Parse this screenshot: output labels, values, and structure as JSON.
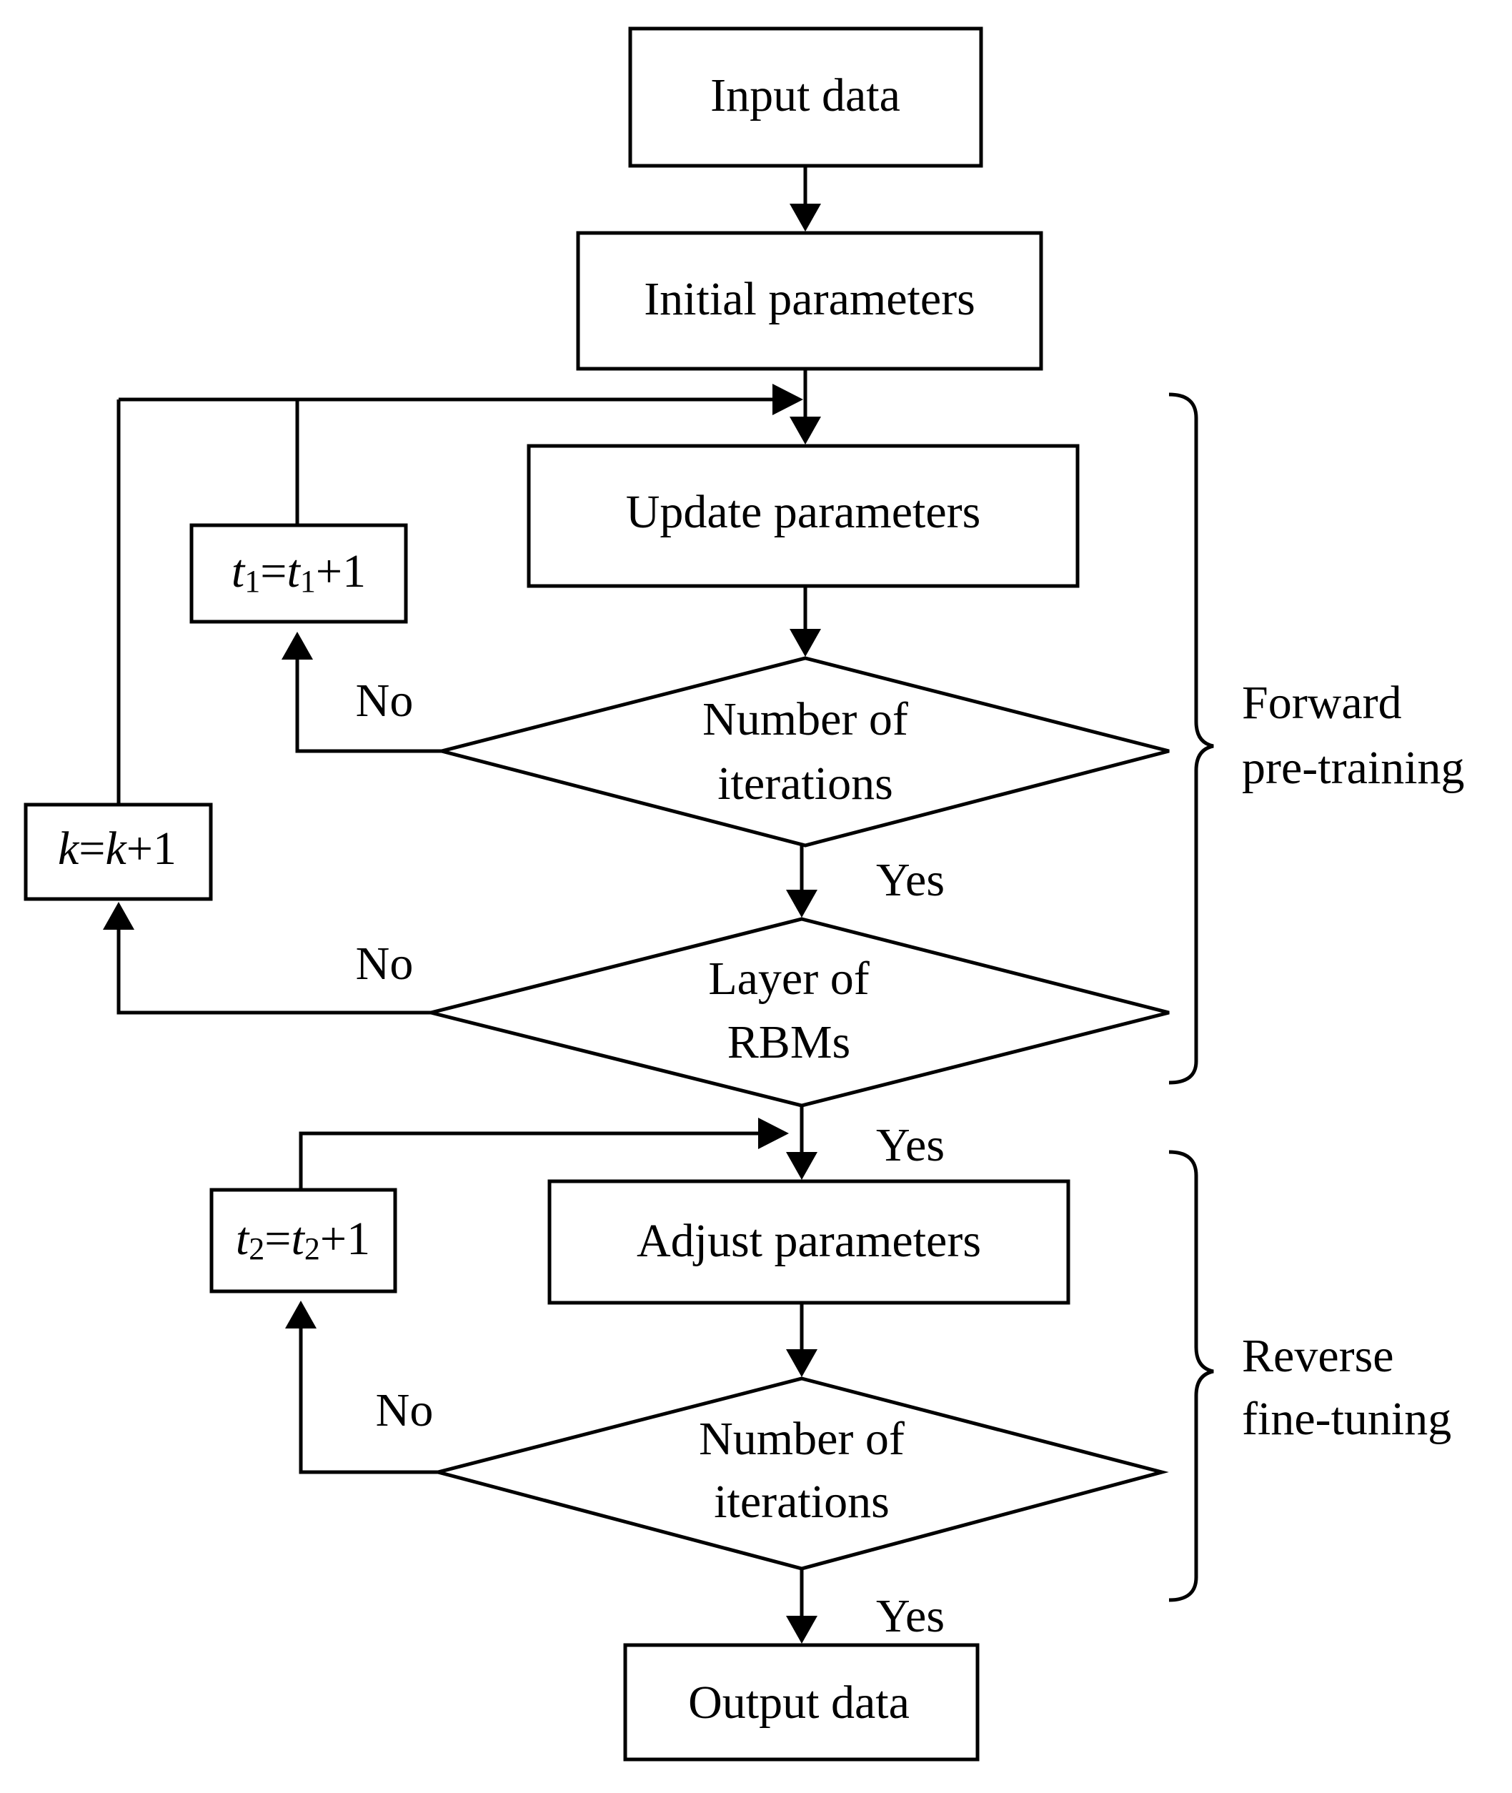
{
  "nodes": {
    "input": "Input data",
    "initial": "Initial parameters",
    "update": "Update parameters",
    "iter1_line1": "Number of",
    "iter1_line2": "iterations",
    "layer_line1": "Layer of",
    "layer_line2": "RBMs",
    "adjust": "Adjust parameters",
    "iter2_line1": "Number of",
    "iter2_line2": "iterations",
    "output": "Output data"
  },
  "counters": {
    "t1": {
      "var": "t",
      "sub": "1",
      "eq": "=",
      "plus": "+1"
    },
    "k": {
      "var": "k",
      "eq": "=",
      "plus": "+1"
    },
    "t2": {
      "var": "t",
      "sub": "2",
      "eq": "=",
      "plus": "+1"
    }
  },
  "branches": {
    "no_iter1": "No",
    "yes_iter1": "Yes",
    "no_layer": "No",
    "yes_layer": "Yes",
    "no_iter2": "No",
    "yes_iter2": "Yes"
  },
  "phases": {
    "forward_line1": "Forward",
    "forward_line2": "pre-training",
    "reverse_line1": "Reverse",
    "reverse_line2": "fine-tuning"
  }
}
